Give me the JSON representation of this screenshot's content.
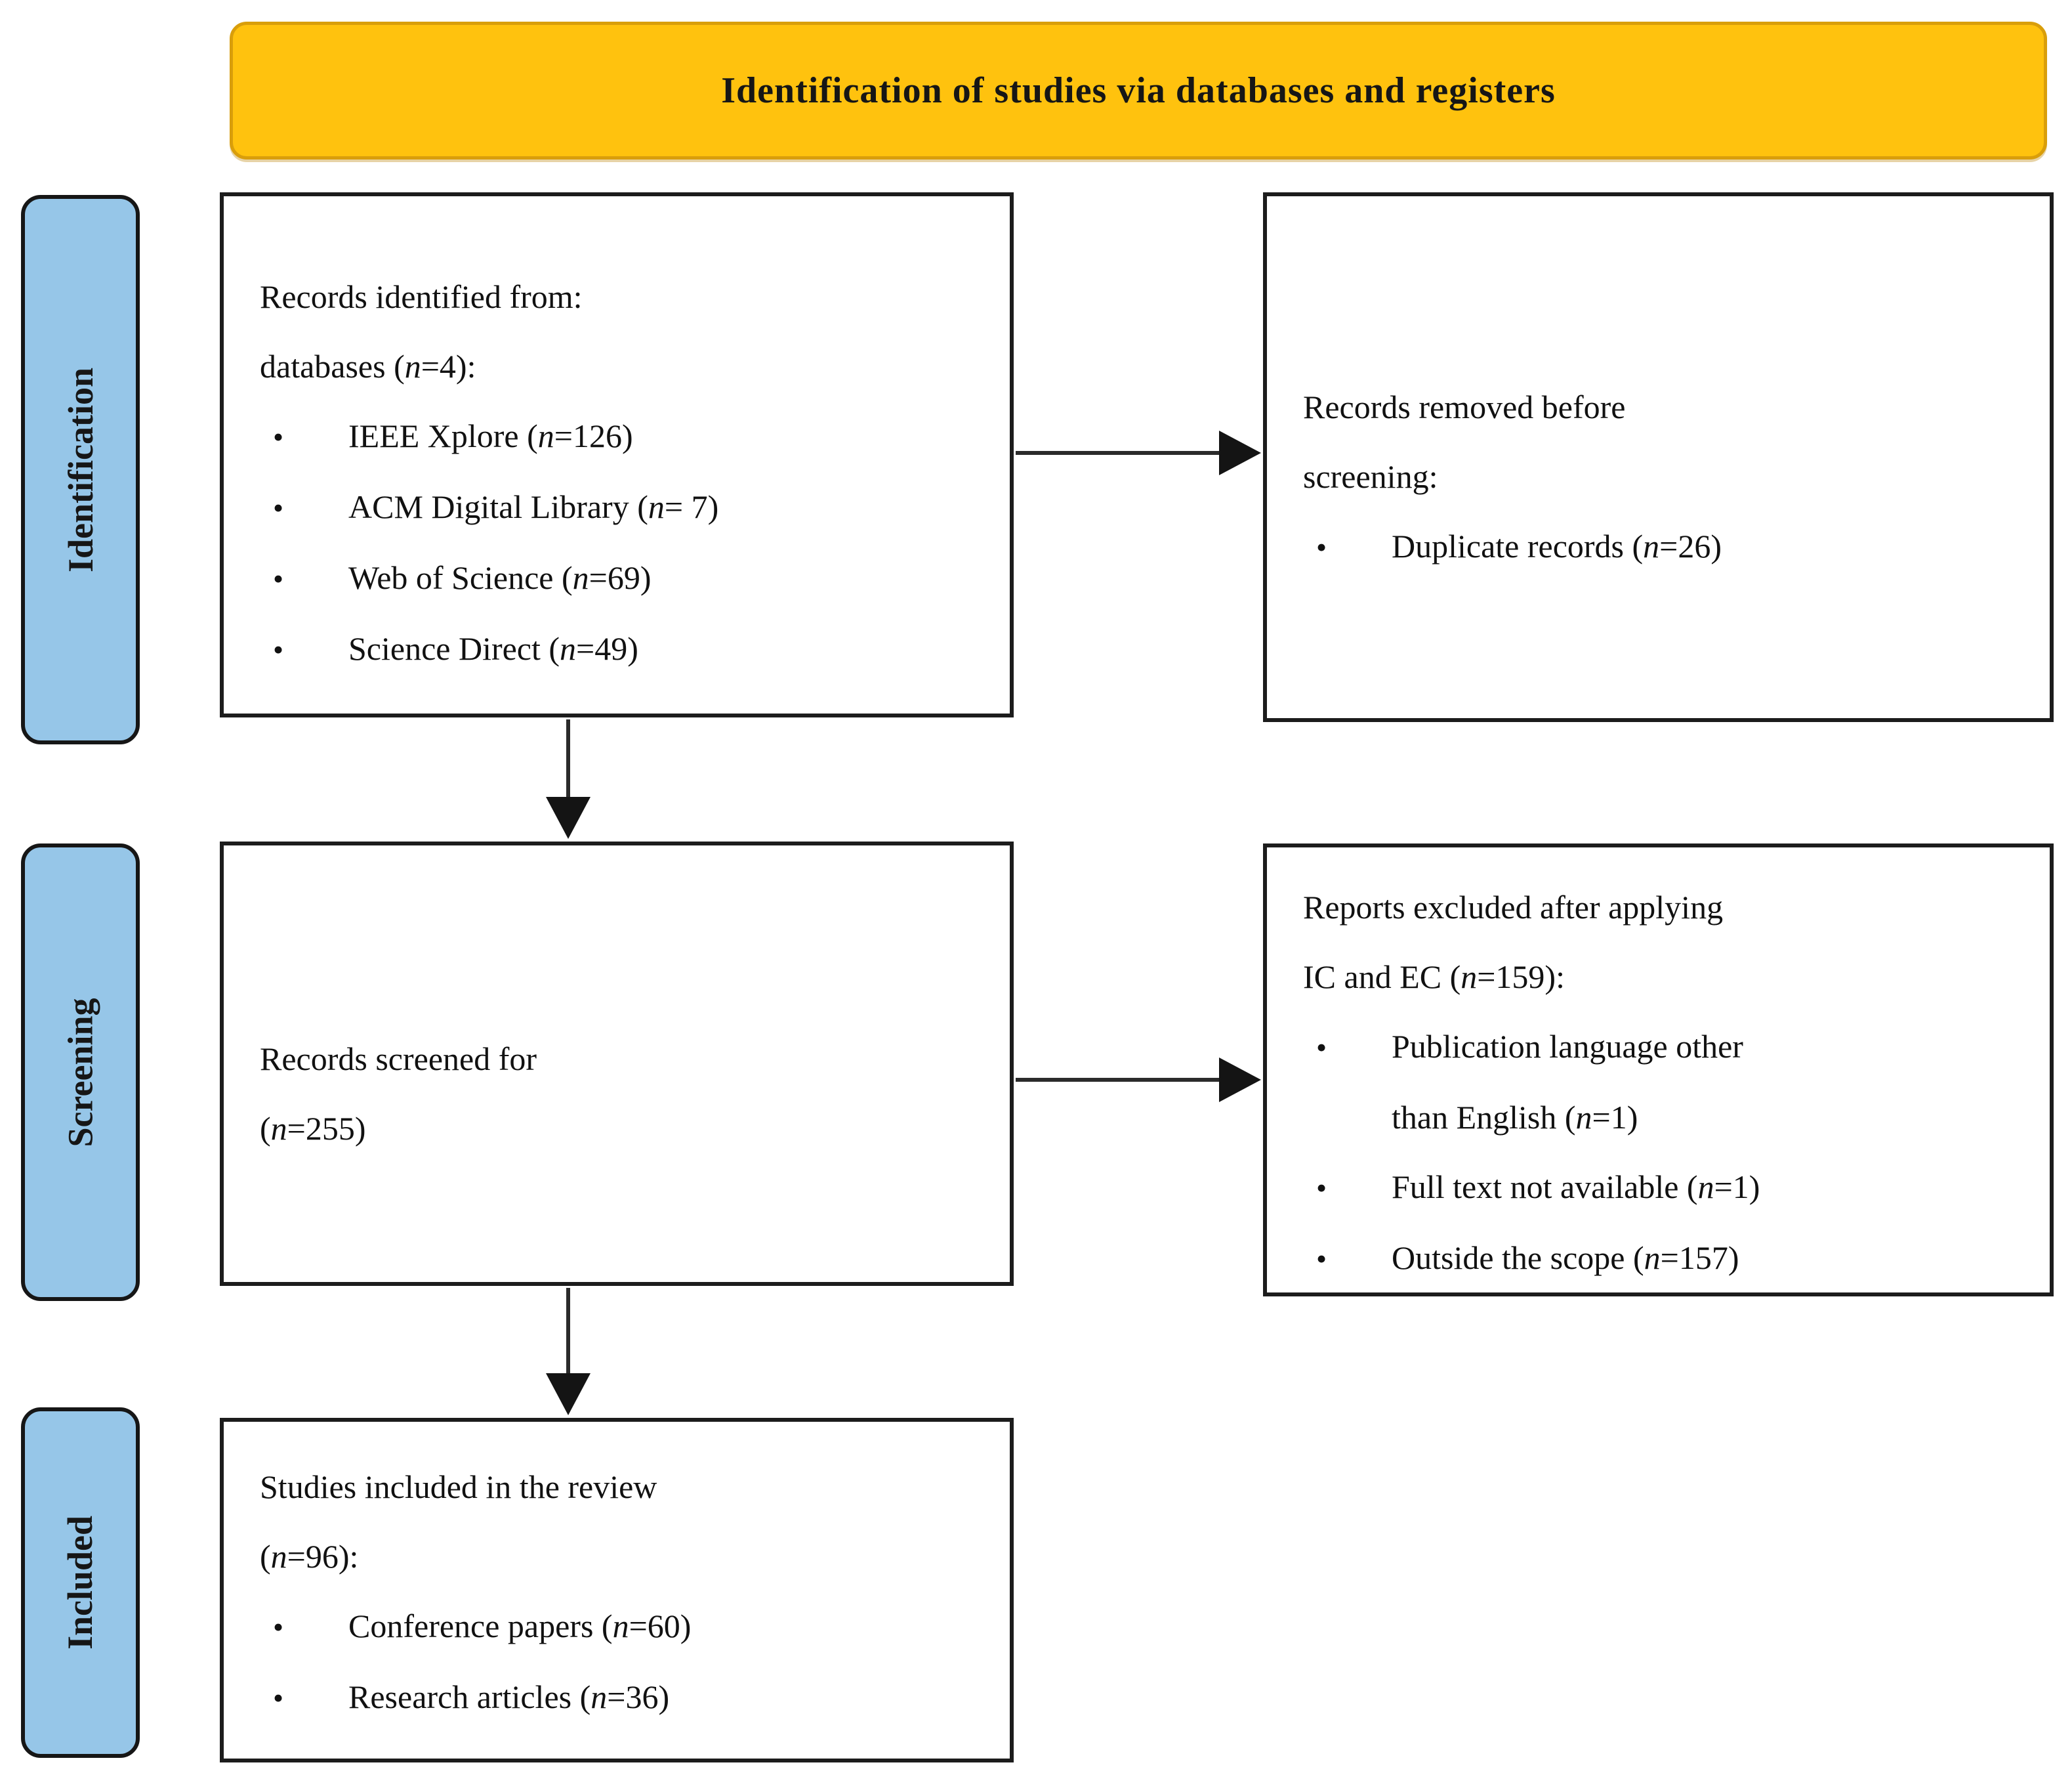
{
  "title": "Identification of studies via databases and registers",
  "stages": {
    "identification": {
      "label": "Identification"
    },
    "screening": {
      "label": "Screening"
    },
    "included": {
      "label": "Included"
    }
  },
  "boxes": {
    "identified": {
      "lines": [
        {
          "kind": "text",
          "text": "Records identified from:"
        },
        {
          "kind": "text",
          "text": "databases (n=4):"
        },
        {
          "kind": "bullet",
          "text": "IEEE Xplore (n=126)"
        },
        {
          "kind": "bullet",
          "text": "ACM Digital Library (n= 7)"
        },
        {
          "kind": "bullet",
          "text": "Web of Science (n=69)"
        },
        {
          "kind": "bullet",
          "text": "Science Direct (n=49)"
        }
      ]
    },
    "removed": {
      "lines": [
        {
          "kind": "text",
          "text": "Records removed before"
        },
        {
          "kind": "text",
          "text": "screening:"
        },
        {
          "kind": "bullet",
          "text": "Duplicate records (n=26)"
        }
      ]
    },
    "screened": {
      "lines": [
        {
          "kind": "text",
          "text": "Records screened for"
        },
        {
          "kind": "text",
          "text": "(n=255)"
        }
      ]
    },
    "excluded": {
      "lines": [
        {
          "kind": "text",
          "text": "Reports excluded after applying"
        },
        {
          "kind": "text",
          "text": "IC and EC (n=159):"
        },
        {
          "kind": "bullet",
          "text": "Publication language other"
        },
        {
          "kind": "cont",
          "text": "than English (n=1)"
        },
        {
          "kind": "bullet",
          "text": "Full text not available (n=1)"
        },
        {
          "kind": "bullet",
          "text": "Outside the scope (n=157)"
        }
      ]
    },
    "included": {
      "lines": [
        {
          "kind": "text",
          "text": "Studies included in the review"
        },
        {
          "kind": "text",
          "text": "(n=96):"
        },
        {
          "kind": "bullet",
          "text": "Conference papers (n=60)"
        },
        {
          "kind": "bullet",
          "text": "Research articles (n=36)"
        }
      ]
    }
  },
  "bullet_glyph": "•",
  "colors": {
    "banner_fill": "#FFC20E",
    "banner_border": "#D99E0B",
    "stage_fill": "#96C6E8",
    "box_border": "#1C1C1C",
    "arrow": "#2B2B2B"
  }
}
